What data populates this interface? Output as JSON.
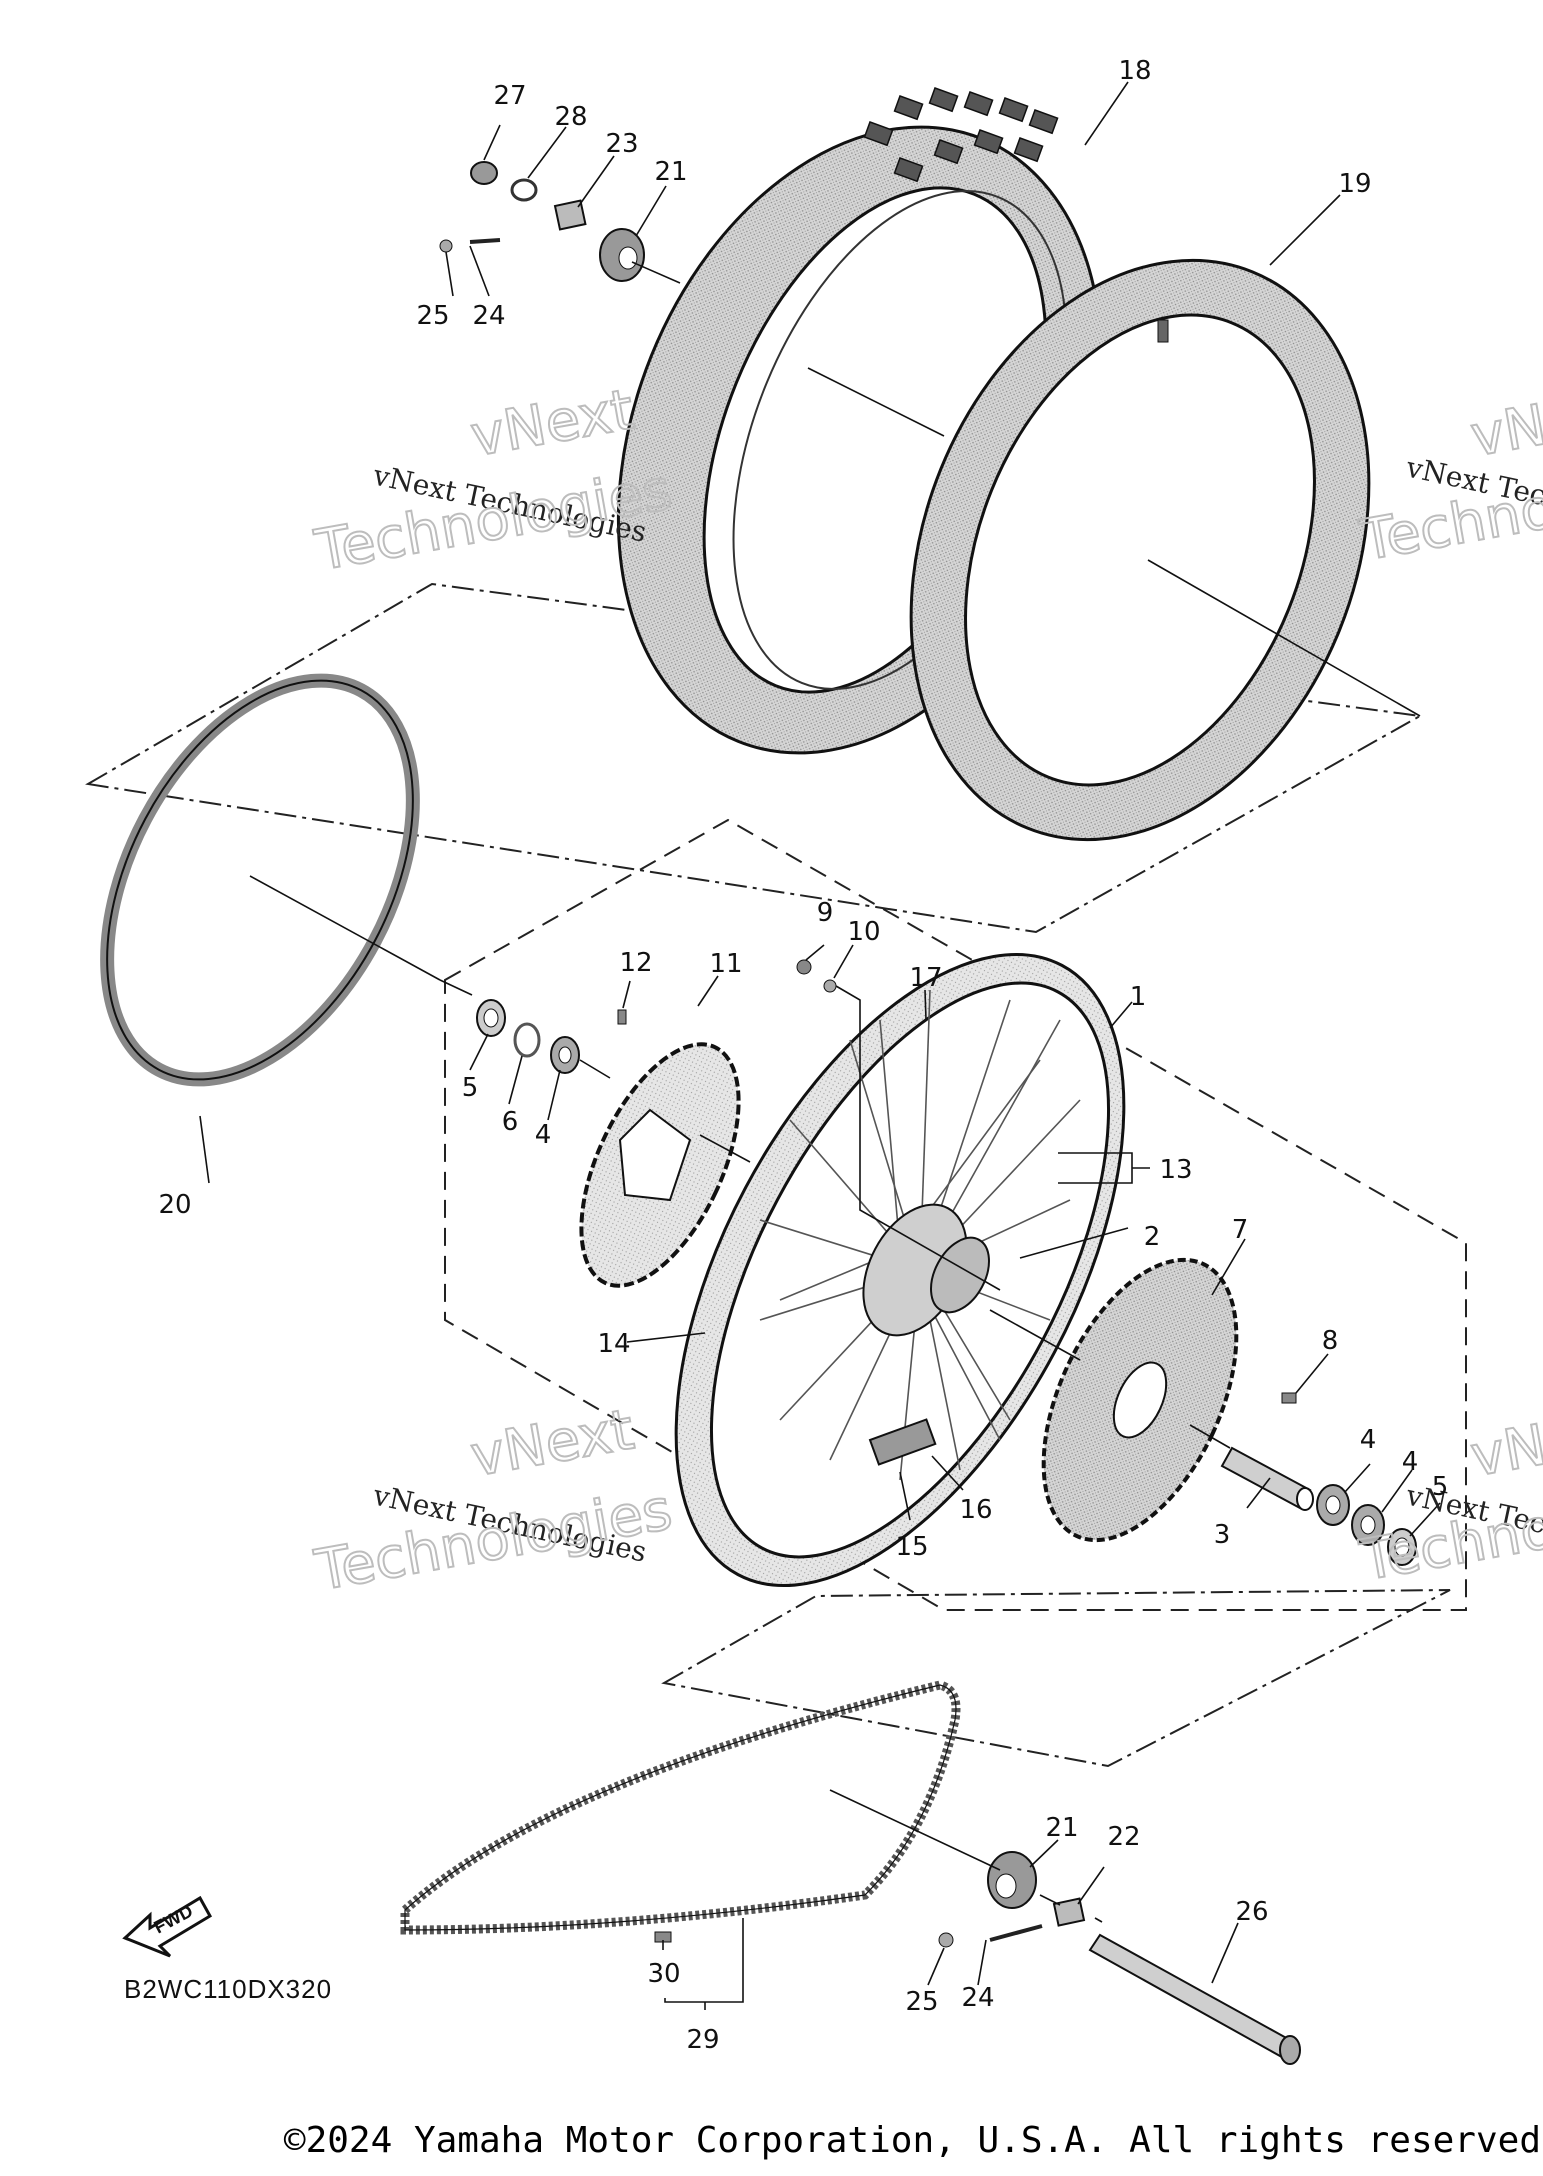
{
  "diagram_code": "B2WC110DX320",
  "fwd_label": "FWD",
  "footer": "©2024 Yamaha Motor Corporation, U.S.A. All rights reserved",
  "watermark": {
    "line": "vNext Technologies",
    "big_1": "vNext",
    "big_2": "Technologies"
  },
  "callouts": [
    "1",
    "2",
    "3",
    "4",
    "4",
    "4",
    "5",
    "5",
    "6",
    "7",
    "8",
    "9",
    "10",
    "11",
    "12",
    "13",
    "14",
    "15",
    "16",
    "17",
    "18",
    "19",
    "20",
    "21",
    "21",
    "22",
    "23",
    "24",
    "24",
    "25",
    "25",
    "26",
    "27",
    "28",
    "29",
    "30"
  ]
}
